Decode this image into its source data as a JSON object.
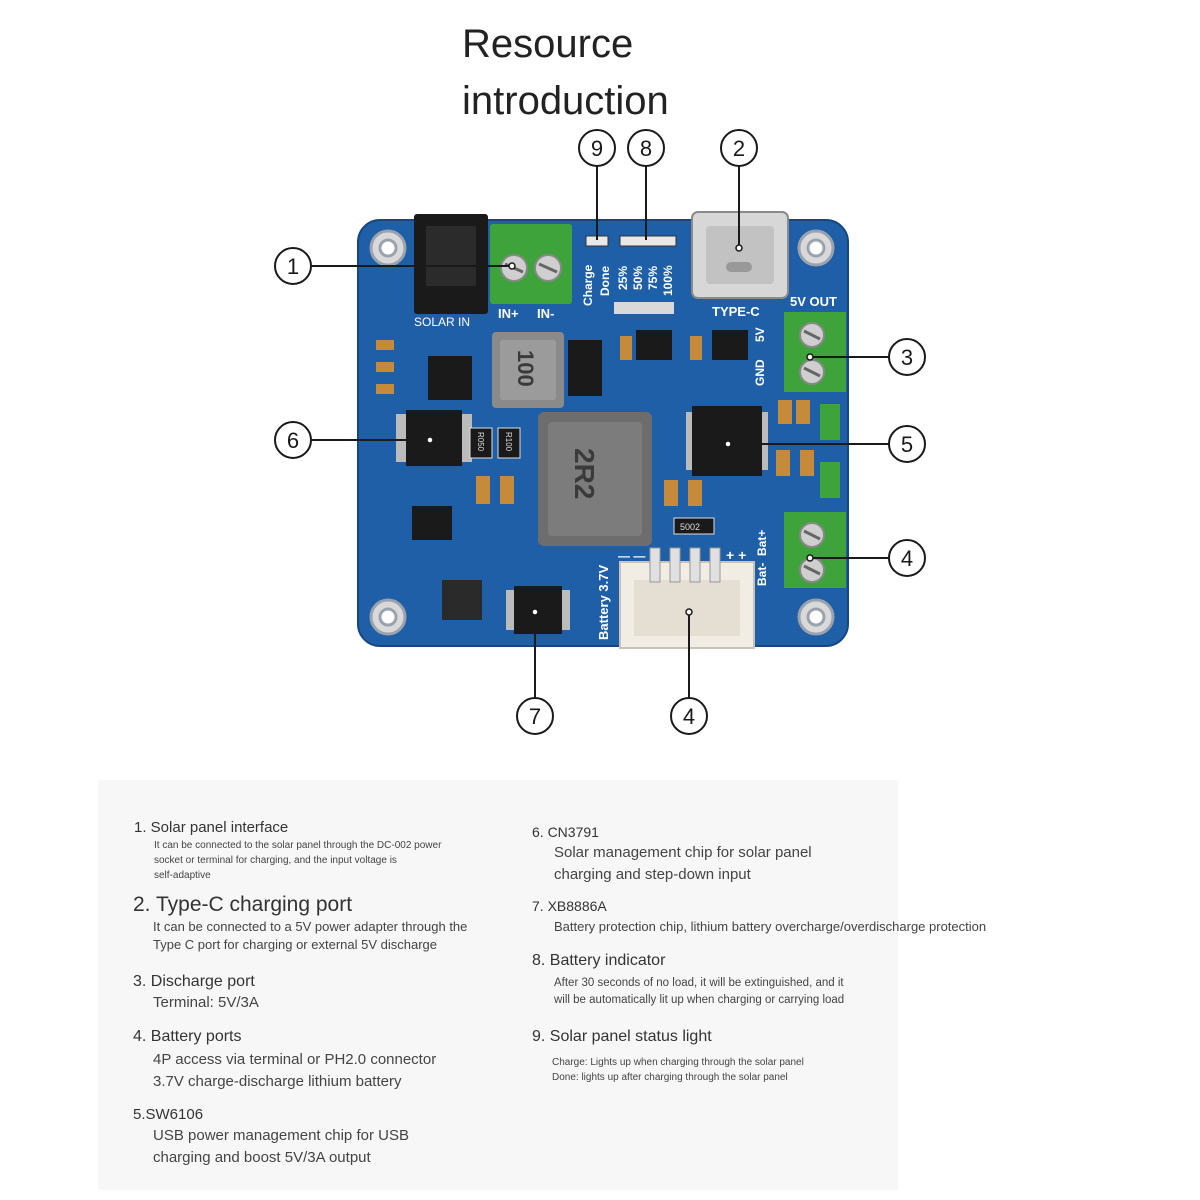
{
  "title_line1": "Resource",
  "title_line2": "introduction",
  "board": {
    "labels": {
      "solar_in": "SOLAR IN",
      "in_plus": "IN+",
      "in_minus": "IN-",
      "type_c": "TYPE-C",
      "out_5v": "5V OUT",
      "pin_5v": "5V",
      "pin_gnd": "GND",
      "charge": "Charge",
      "done": "Done",
      "pct25": "25%",
      "pct50": "50%",
      "pct75": "75%",
      "pct100": "100%",
      "bat_minus": "Bat-",
      "bat_plus": "Bat+",
      "battery": "Battery 3.7V",
      "minus_signs": "— —",
      "plus_signs": "+ +",
      "ind_100": "100",
      "ind_2r2": "2R2",
      "res_r050": "R050",
      "res_r100": "R100",
      "res_5002": "5002"
    },
    "colors": {
      "pcb": "#1e5fa8",
      "terminal": "#3fa33c",
      "connector": "#f1ede4"
    }
  },
  "callouts": [
    "1",
    "2",
    "3",
    "4",
    "4",
    "5",
    "6",
    "7",
    "8",
    "9"
  ],
  "items_left": [
    {
      "title": "1. Solar panel interface",
      "desc": "It can be connected to the solar panel through the DC-002 power\nsocket or terminal for charging, and the input voltage is\nself-adaptive"
    },
    {
      "title": "2. Type-C charging port",
      "desc": "It can be connected to a 5V power adapter through the\nType C port for charging or external 5V discharge"
    },
    {
      "title": "3. Discharge port",
      "desc": "Terminal: 5V/3A"
    },
    {
      "title": "4. Battery ports",
      "desc": "4P access via terminal or PH2.0 connector\n3.7V charge-discharge lithium battery"
    },
    {
      "title": "5.SW6106",
      "desc": "USB power management chip for USB\ncharging and boost 5V/3A output"
    }
  ],
  "items_right": [
    {
      "title": "6. CN3791",
      "desc": "Solar management chip for solar panel\ncharging and step-down input"
    },
    {
      "title": "7. XB8886A",
      "desc": "Battery protection chip, lithium battery overcharge/overdischarge protection"
    },
    {
      "title": "8. Battery indicator",
      "desc": "After 30 seconds of no load, it will be extinguished, and it\nwill be automatically lit up when charging or carrying load"
    },
    {
      "title": "9. Solar panel status light",
      "desc": "Charge: Lights up when charging through the solar panel\nDone: lights up after charging through the solar panel"
    }
  ]
}
